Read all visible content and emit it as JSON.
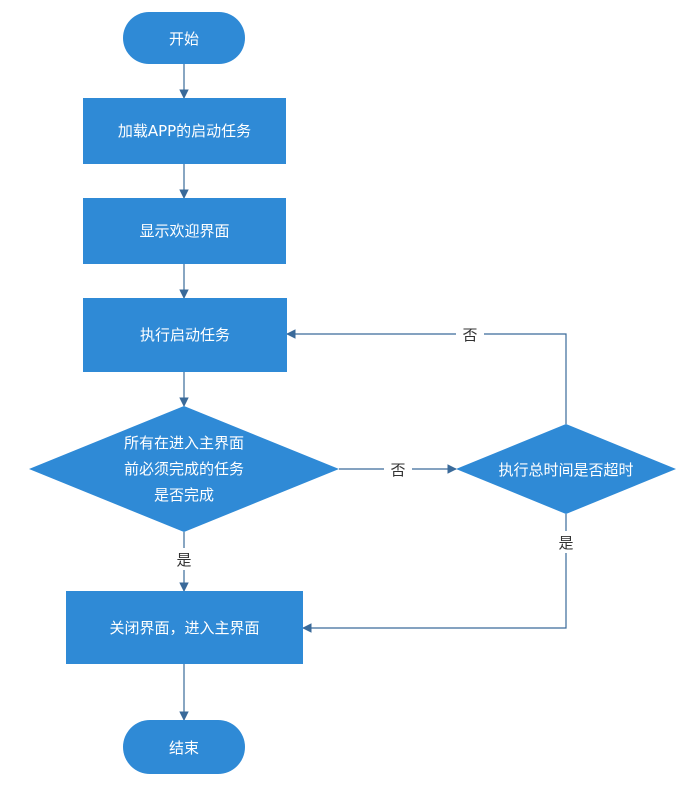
{
  "colors": {
    "node_fill": "#2f8ad6",
    "node_text": "#ffffff",
    "edge": "#3a6a9a",
    "label_text": "#333333"
  },
  "nodes": {
    "start": {
      "label": "开始"
    },
    "load_tasks": {
      "label": "加载APP的启动任务"
    },
    "show_welcome": {
      "label": "显示欢迎界面"
    },
    "run_tasks": {
      "label": "执行启动任务"
    },
    "check_done": {
      "lines": [
        "所有在进入主界面",
        "前必须完成的任务",
        "是否完成"
      ]
    },
    "check_timeout": {
      "label": "执行总时间是否超时"
    },
    "close_screen": {
      "label": "关闭界面，进入主界面"
    },
    "end": {
      "label": "结束"
    }
  },
  "edge_labels": {
    "done_no": "否",
    "done_yes": "是",
    "timeout_no": "否",
    "timeout_yes": "是"
  }
}
